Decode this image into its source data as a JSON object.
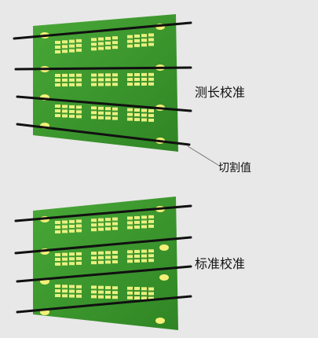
{
  "labels": {
    "top_board": "测长校准",
    "cut_value": "切割值",
    "bottom_board": "标准校准"
  },
  "colors": {
    "board_green": "#3f9a2f",
    "board_green_dark": "#2e7f22",
    "pad_yellow": "#e9f080",
    "fiducial_yellow": "#f4f078",
    "line_black": "#111111",
    "background": "#e8e8e8"
  }
}
